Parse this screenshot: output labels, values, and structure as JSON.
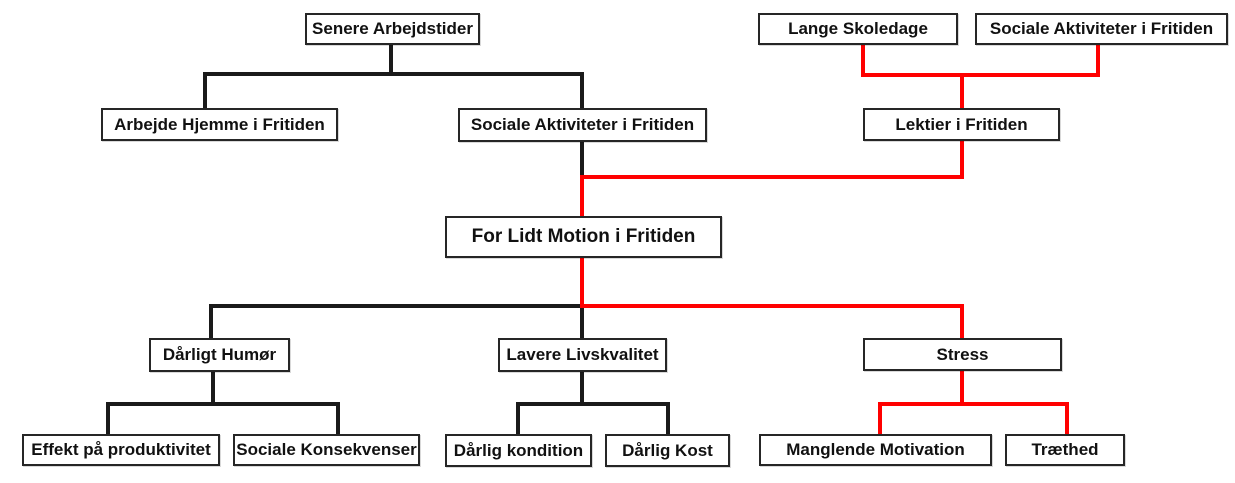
{
  "diagram": {
    "title": "Cause-effect tree diagram (Danish)",
    "colors": {
      "black_line": "#1a1a1a",
      "red_line": "#ff0000",
      "box_border": "#262626",
      "box_bg": "#ffffff",
      "text": "#111111",
      "page_bg": "#ffffff"
    },
    "nodes": {
      "senere_arbejdstider": "Senere Arbejdstider",
      "lange_skoledage": "Lange Skoledage",
      "sociale_aktiviteter_top": "Sociale Aktiviteter i Fritiden",
      "arbejde_hjemme": "Arbejde Hjemme i Fritiden",
      "sociale_aktiviteter_mid": "Sociale Aktiviteter i Fritiden",
      "lektier": "Lektier i Fritiden",
      "for_lidt_motion": "For Lidt Motion i Fritiden",
      "daarligt_humoer": "Dårligt Humør",
      "lavere_livskvalitet": "Lavere Livskvalitet",
      "stress": "Stress",
      "effekt_paa_produktivitet": "Effekt på produktivitet",
      "sociale_konsekvenser": "Sociale Konsekvenser",
      "daarlig_kondition": "Dårlig kondition",
      "daarlig_kost": "Dårlig Kost",
      "manglende_motivation": "Manglende Motivation",
      "traethed": "Træthed"
    },
    "edges": [
      {
        "from": "senere_arbejdstider",
        "to": "arbejde_hjemme",
        "color": "black"
      },
      {
        "from": "senere_arbejdstider",
        "to": "sociale_aktiviteter_mid",
        "color": "black"
      },
      {
        "from": "lange_skoledage",
        "to": "lektier",
        "color": "red"
      },
      {
        "from": "sociale_aktiviteter_top",
        "to": "lektier",
        "color": "red"
      },
      {
        "from": "sociale_aktiviteter_mid",
        "to": "for_lidt_motion",
        "color": "black into red"
      },
      {
        "from": "lektier",
        "to": "for_lidt_motion",
        "color": "red"
      },
      {
        "from": "for_lidt_motion",
        "to": "daarligt_humoer",
        "color": "black"
      },
      {
        "from": "for_lidt_motion",
        "to": "lavere_livskvalitet",
        "color": "black"
      },
      {
        "from": "for_lidt_motion",
        "to": "stress",
        "color": "red"
      },
      {
        "from": "daarligt_humoer",
        "to": "effekt_paa_produktivitet",
        "color": "black"
      },
      {
        "from": "daarligt_humoer",
        "to": "sociale_konsekvenser",
        "color": "black"
      },
      {
        "from": "lavere_livskvalitet",
        "to": "daarlig_kondition",
        "color": "black"
      },
      {
        "from": "lavere_livskvalitet",
        "to": "daarlig_kost",
        "color": "black"
      },
      {
        "from": "stress",
        "to": "manglende_motivation",
        "color": "red"
      },
      {
        "from": "stress",
        "to": "traethed",
        "color": "red"
      }
    ]
  }
}
